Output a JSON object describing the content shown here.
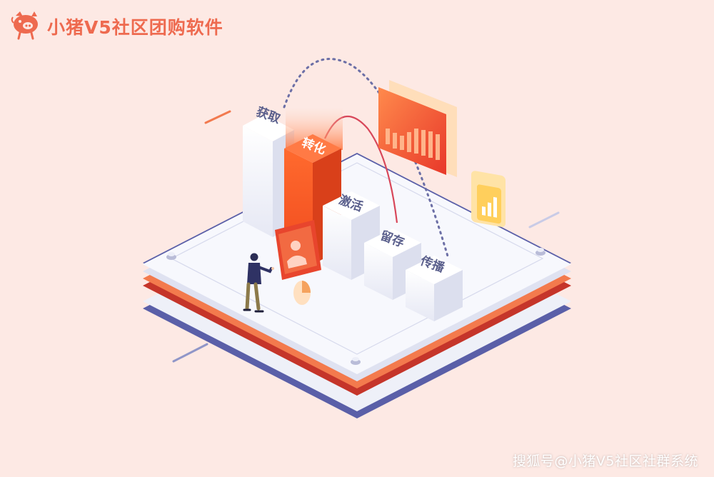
{
  "brand": {
    "title": "小猪V5社区团购软件",
    "logo_icon": "pig-logo-icon",
    "color": "#ee6a4f"
  },
  "illustration": {
    "bars": [
      {
        "label": "获取",
        "color": "#f2f3fb"
      },
      {
        "label": "转化",
        "color": "#f55a2a"
      },
      {
        "label": "激活",
        "color": "#f2f3fb"
      },
      {
        "label": "留存",
        "color": "#f2f3fb"
      },
      {
        "label": "传播",
        "color": "#f2f3fb"
      }
    ],
    "platform_colors": [
      "#eef0f8",
      "#5a5fa8",
      "#f37a4d",
      "#e24a2f"
    ]
  },
  "watermark": "搜狐号@小猪V5社区社群系统"
}
